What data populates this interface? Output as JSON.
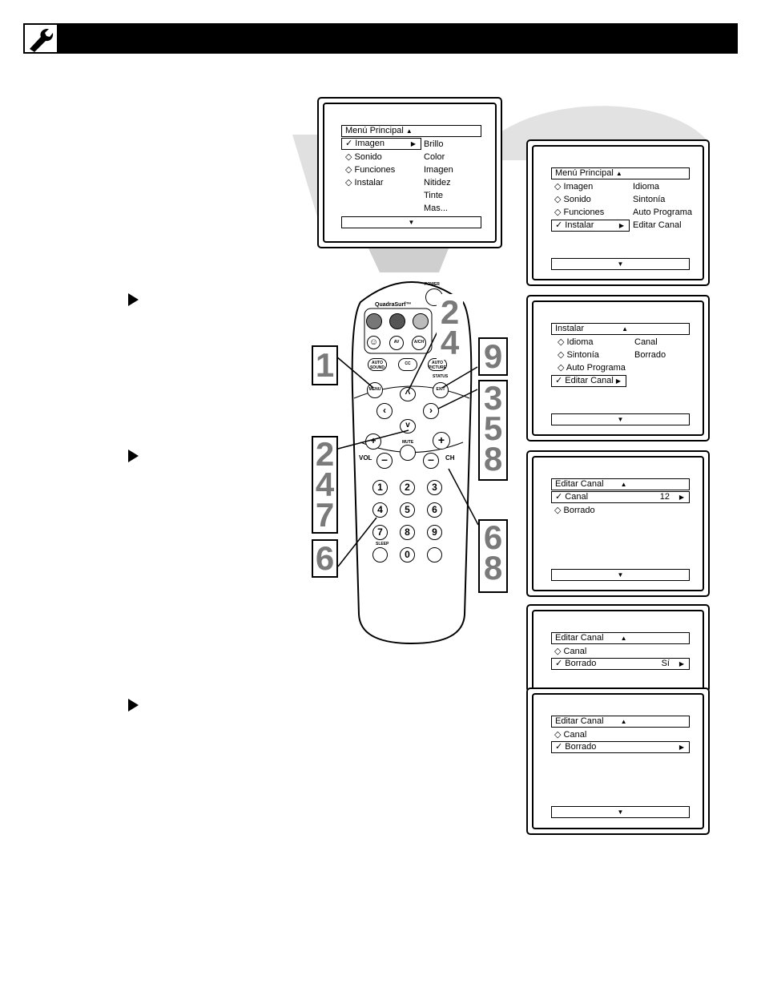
{
  "screen1": {
    "title": "Menú Principal",
    "items": [
      "Imagen",
      "Sonido",
      "Funciones",
      "Instalar"
    ],
    "sub": [
      "Brillo",
      "Color",
      "Imagen",
      "Nitidez",
      "Tinte",
      "Mas..."
    ]
  },
  "screen2": {
    "title": "Menú Principal",
    "items": [
      "Imagen",
      "Sonido",
      "Funciones",
      "Instalar"
    ],
    "sub": [
      "Idioma",
      "Sintonía",
      "Auto Programa",
      "Editar Canal"
    ]
  },
  "screen3": {
    "title": "Instalar",
    "items": [
      "Idioma",
      "Sintonía",
      "Auto Programa",
      "Editar Canal"
    ],
    "sub": [
      "Canal",
      "Borrado"
    ]
  },
  "screen4": {
    "title": "Editar Canal",
    "items": [
      "Canal",
      "Borrado"
    ],
    "canal_value": "12"
  },
  "screen5": {
    "title": "Editar Canal",
    "items": [
      "Canal",
      "Borrado"
    ],
    "borrado_value": "Sí"
  },
  "screen6": {
    "title": "Editar Canal",
    "items": [
      "Canal",
      "Borrado"
    ]
  },
  "remote": {
    "power": "POWER",
    "quadrasurf": "QuadraSurf™",
    "av": "AV",
    "ach": "A/CH",
    "auto_sound": "AUTO SOUND",
    "cc": "CC",
    "auto_picture": "AUTO PICTURE",
    "menu": "MENU",
    "exit": "EXIT",
    "status": "STATUS",
    "mute": "MUTE",
    "vol": "VOL",
    "ch": "CH",
    "sleep": "SLEEP",
    "digits": [
      "1",
      "2",
      "3",
      "4",
      "5",
      "6",
      "7",
      "8",
      "9",
      "0"
    ]
  },
  "callouts": {
    "c1": "1",
    "c24_top": "2\n4",
    "c9": "9",
    "c358": "3\n5\n8",
    "c247": "2\n4\n7",
    "c6_left": "6",
    "c68": "6\n8"
  },
  "icons": {
    "header": "wrench-icon",
    "bullet": "arrow-right-icon"
  }
}
